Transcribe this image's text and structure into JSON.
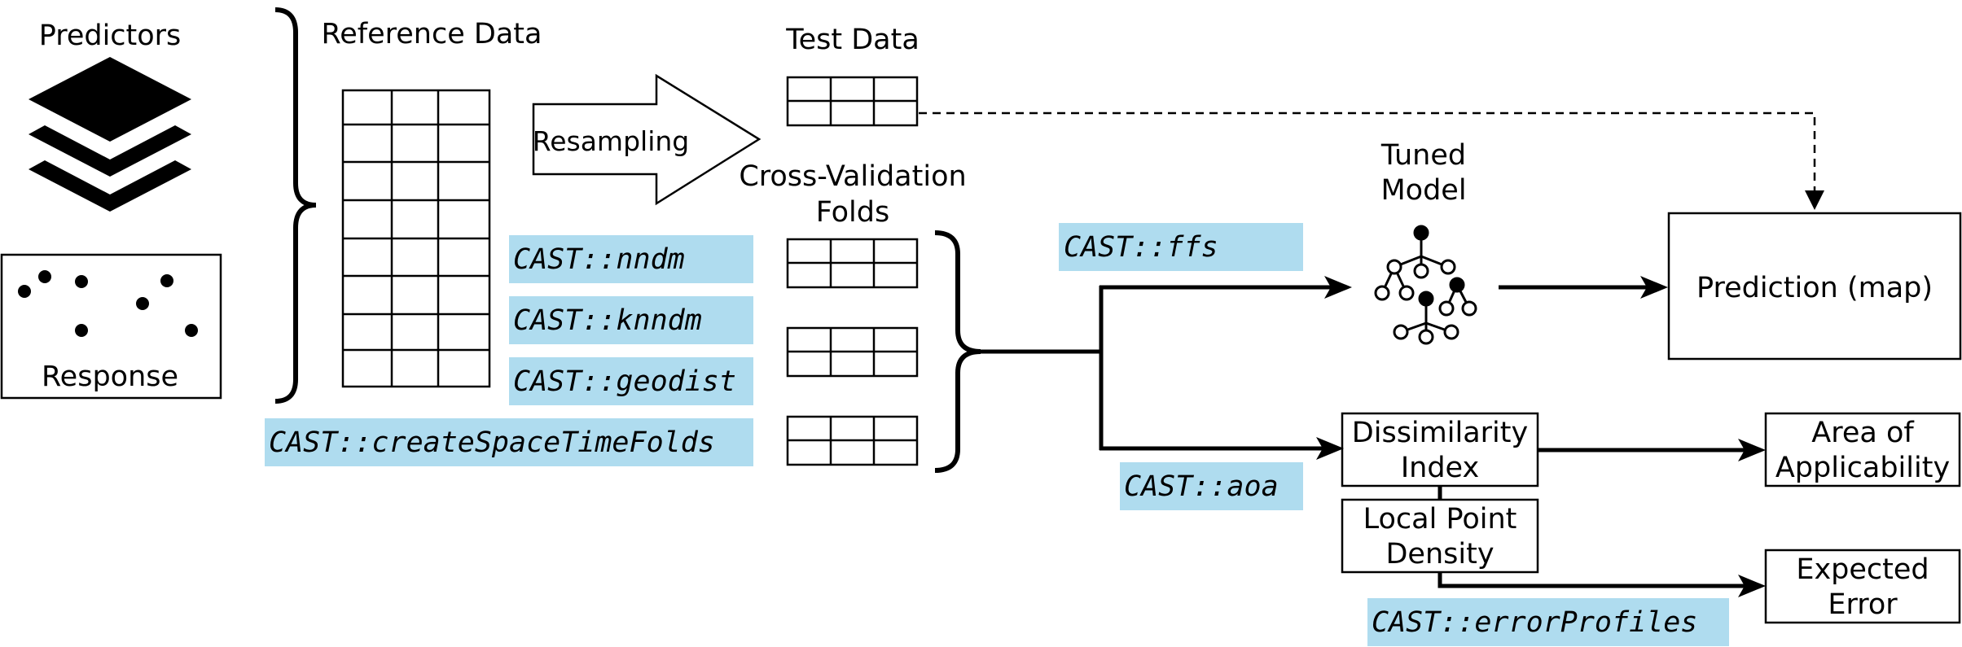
{
  "labels": {
    "predictors": "Predictors",
    "response": "Response",
    "reference_data": "Reference Data",
    "test_data": "Test Data",
    "resampling": "Resampling",
    "cv_folds_line1": "Cross-Validation",
    "cv_folds_line2": "Folds",
    "tuned_model_line1": "Tuned",
    "tuned_model_line2": "Model",
    "prediction": "Prediction (map)",
    "dissimilarity_line1": "Dissimilarity",
    "dissimilarity_line2": "Index",
    "local_density_line1": "Local Point",
    "local_density_line2": "Density",
    "aoa_line1": "Area of",
    "aoa_line2": "Applicability",
    "expected_error_line1": "Expected",
    "expected_error_line2": "Error"
  },
  "functions": {
    "nndm": "CAST::nndm",
    "knndm": "CAST::knndm",
    "geodist": "CAST::geodist",
    "create_folds": "CAST::createSpaceTimeFolds",
    "ffs": "CAST::ffs",
    "aoa": "CAST::aoa",
    "error_profiles": "CAST::errorProfiles"
  },
  "colors": {
    "function_highlight": "#afdcef",
    "stroke": "#000000"
  },
  "icons": {
    "predictors": "layers-stack-icon",
    "response": "scatter-points-icon",
    "model": "tree-network-icon"
  }
}
